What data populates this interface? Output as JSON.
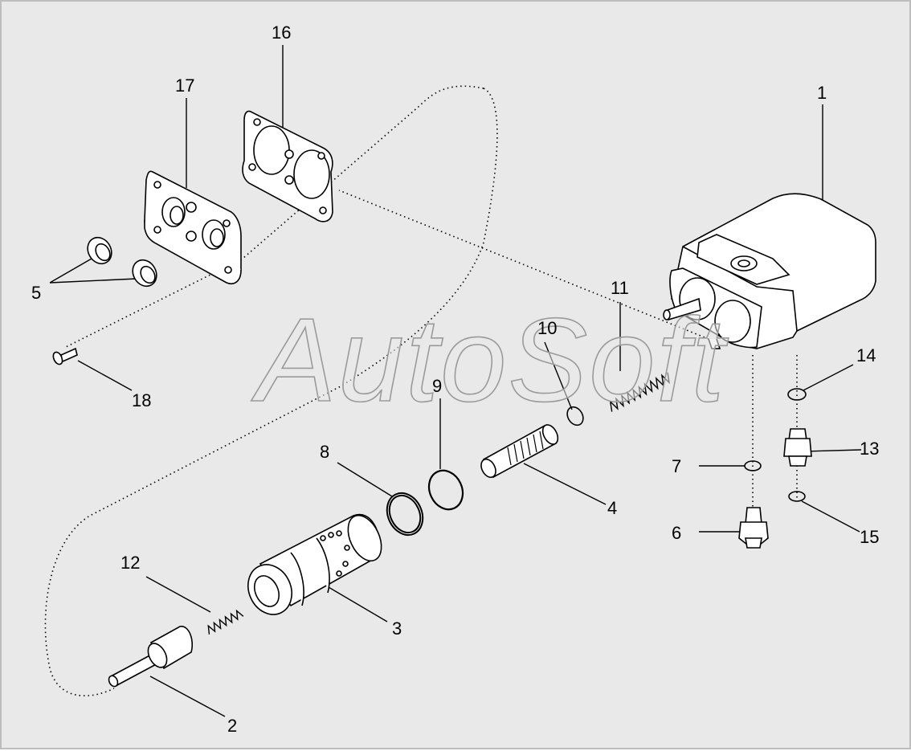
{
  "diagram": {
    "watermark": "AutoSoft",
    "callouts": [
      {
        "id": "1",
        "label": "1"
      },
      {
        "id": "2",
        "label": "2"
      },
      {
        "id": "3",
        "label": "3"
      },
      {
        "id": "4",
        "label": "4"
      },
      {
        "id": "5",
        "label": "5"
      },
      {
        "id": "6",
        "label": "6"
      },
      {
        "id": "7",
        "label": "7"
      },
      {
        "id": "8",
        "label": "8"
      },
      {
        "id": "9",
        "label": "9"
      },
      {
        "id": "10",
        "label": "10"
      },
      {
        "id": "11",
        "label": "11"
      },
      {
        "id": "12",
        "label": "12"
      },
      {
        "id": "13",
        "label": "13"
      },
      {
        "id": "14",
        "label": "14"
      },
      {
        "id": "15",
        "label": "15"
      },
      {
        "id": "16",
        "label": "16"
      },
      {
        "id": "17",
        "label": "17"
      },
      {
        "id": "18",
        "label": "18"
      }
    ],
    "colors": {
      "background": "#e9e9e9",
      "line": "#000000",
      "part_fill": "#ffffff",
      "watermark": "#9a9a9a"
    }
  }
}
